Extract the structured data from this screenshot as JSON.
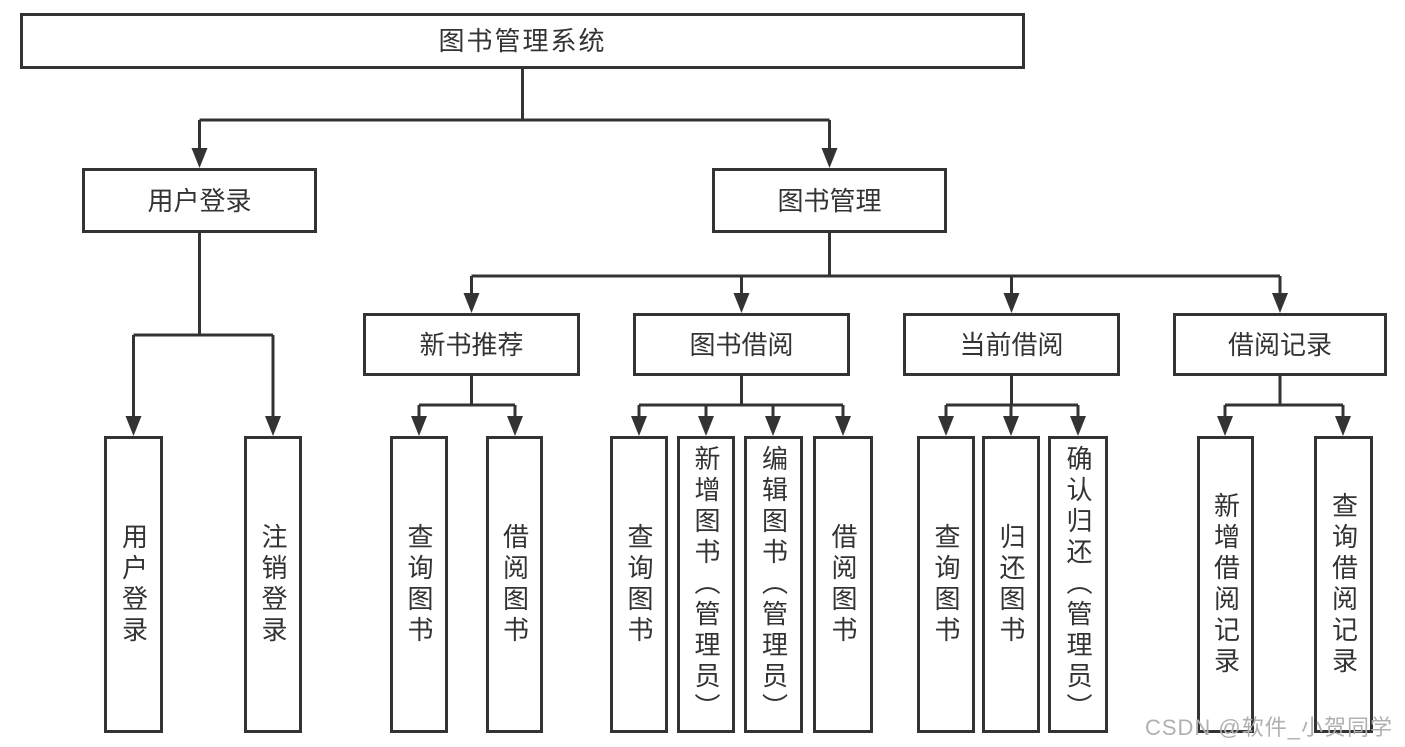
{
  "diagram_title": "图书管理系统",
  "tree": {
    "root": {
      "label": "图书管理系统"
    },
    "level1": [
      {
        "label": "用户登录"
      },
      {
        "label": "图书管理"
      }
    ],
    "level2": [
      {
        "label": "新书推荐"
      },
      {
        "label": "图书借阅"
      },
      {
        "label": "当前借阅"
      },
      {
        "label": "借阅记录"
      }
    ],
    "leaves_user_login": [
      "用户登录",
      "注销登录"
    ],
    "leaves_new_books": [
      "查询图书",
      "借阅图书"
    ],
    "leaves_book_borrow": [
      "查询图书",
      "新增图书（管理员）",
      "编辑图书（管理员）",
      "借阅图书"
    ],
    "leaves_current_borrow": [
      "查询图书",
      "归还图书",
      "确认归还（管理员）"
    ],
    "leaves_borrow_records": [
      "新增借阅记录",
      "查询借阅记录"
    ]
  },
  "watermark": {
    "text": "CSDN @软件_小贺同学"
  },
  "colors": {
    "line": "#333333",
    "text": "#333333",
    "box_background": "#ffffff",
    "page_background": "#ffffff",
    "watermark": "#b0b0b0"
  }
}
